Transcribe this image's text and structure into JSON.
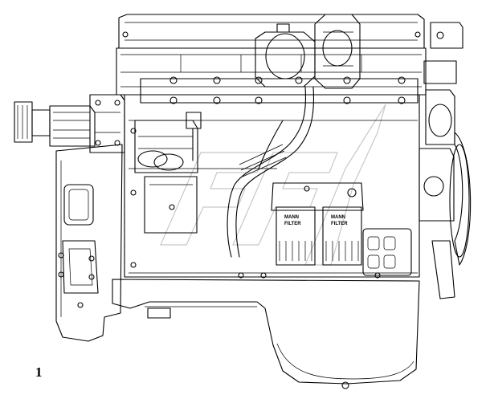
{
  "figure": {
    "number": "1"
  },
  "filters": [
    {
      "line1": "MANN",
      "line2": "FILTER"
    },
    {
      "line1": "MANN",
      "line2": "FILTER"
    }
  ]
}
